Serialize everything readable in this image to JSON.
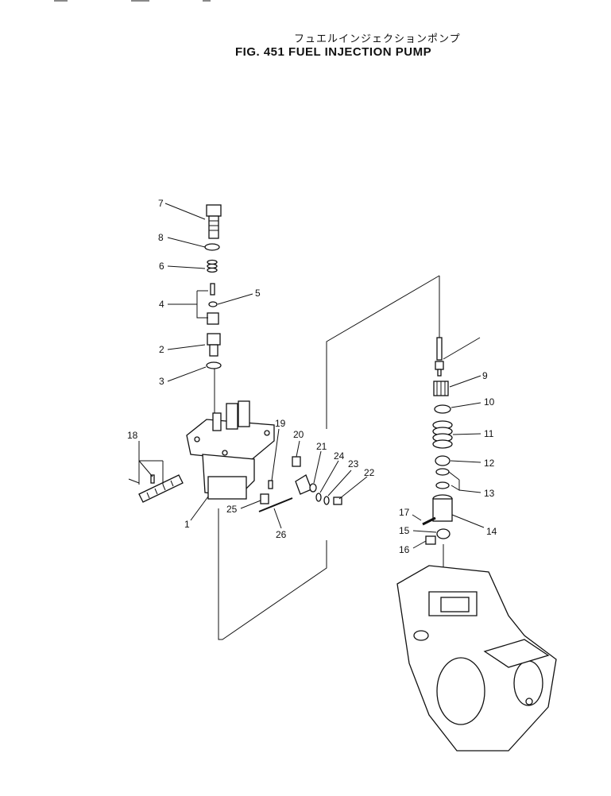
{
  "figure": {
    "title_jp": "フュエルインジェクションポンプ",
    "title_en": "FIG. 451  FUEL INJECTION PUMP"
  },
  "callouts": [
    "1",
    "2",
    "3",
    "4",
    "5",
    "6",
    "7",
    "8",
    "2",
    "9",
    "10",
    "11",
    "12",
    "13",
    "14",
    "15",
    "16",
    "17",
    "18",
    "19",
    "20",
    "21",
    "22",
    "23",
    "24",
    "25",
    "26"
  ]
}
